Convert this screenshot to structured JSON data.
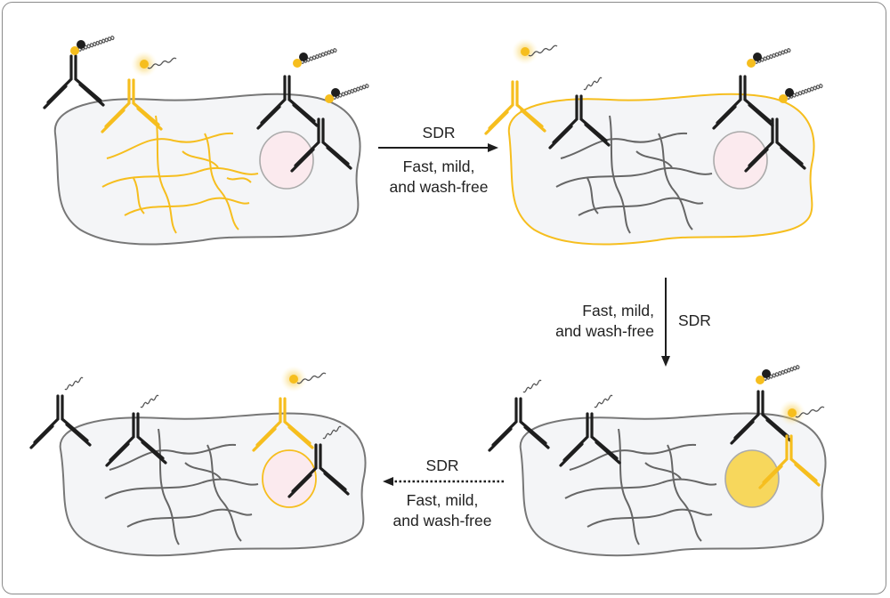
{
  "steps": [
    {
      "method": "SDR",
      "desc_lines": [
        "Fast, mild,",
        "and wash-free"
      ]
    },
    {
      "method": "SDR",
      "desc_lines": [
        "Fast, mild,",
        "and wash-free"
      ]
    },
    {
      "method": "SDR",
      "desc_lines": [
        "Fast, mild,",
        "and wash-free"
      ]
    }
  ],
  "colors": {
    "accent": "#f6be1e",
    "dark": "#1e1e1e",
    "outline": "#777777",
    "cell_fill": "#f4f5f7",
    "nucleus_pink": "#fbeaee",
    "nucleus_yellow": "#f7d75c"
  }
}
